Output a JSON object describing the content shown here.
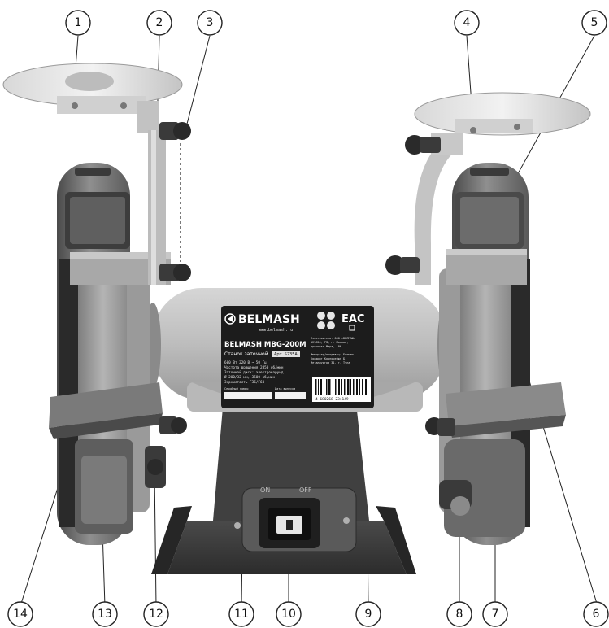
{
  "callouts": [
    {
      "number": "1"
    },
    {
      "number": "2"
    },
    {
      "number": "3"
    },
    {
      "number": "4"
    },
    {
      "number": "5"
    },
    {
      "number": "6"
    },
    {
      "number": "7"
    },
    {
      "number": "8"
    },
    {
      "number": "9"
    },
    {
      "number": "10"
    },
    {
      "number": "11"
    },
    {
      "number": "12"
    },
    {
      "number": "13"
    },
    {
      "number": "14"
    }
  ],
  "nameplate": {
    "brand": "BELMASH",
    "brand_url": "www.belmash.ru",
    "model": "BELMASH MBG-200M",
    "subtitle": "Станок заточной",
    "article": "Арт. S235A",
    "specs": [
      "600 Вт 220 В ~ 50 Гц",
      "Частота вращения 2850 об/мин",
      "Заточной диск: электрокорунд",
      "Ø 200/32 мм, 3500 об/мин",
      "Зернистость F36/F60"
    ],
    "cert_mark": "EAC",
    "importer_lines": [
      "Изготовитель: ООО «БЕЛМАШ»",
      "129626, РФ, г. Москва,",
      "проспект Мира, 106"
    ],
    "producer_lines": [
      "Импортер/продавец: Белмаш",
      "Холдинг Корпорейшн Б.",
      "Металлургов 31, г. Тула"
    ],
    "field_labels": [
      "Серийный номер",
      "Дата выпуска"
    ],
    "barcode_digits": "4 680268 234149"
  },
  "switch_labels": [
    "ON",
    "OFF"
  ]
}
